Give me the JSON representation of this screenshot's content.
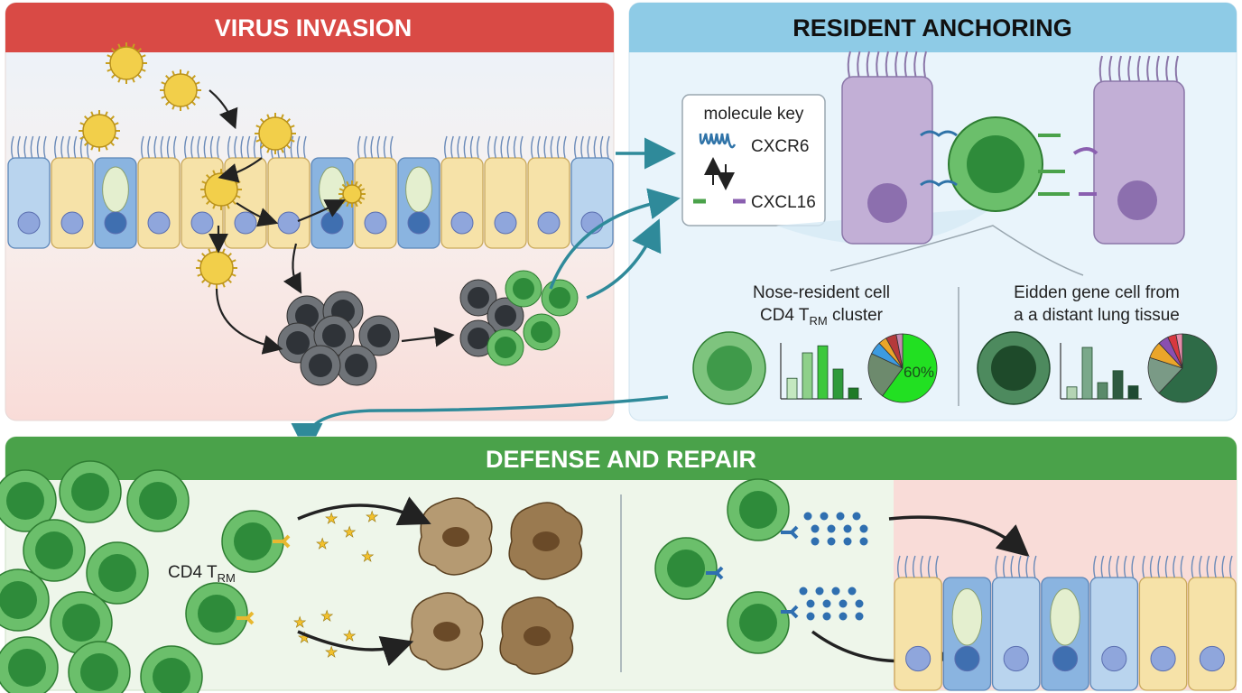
{
  "panels": {
    "virus_invasion": {
      "title": "VIRUS INVASION",
      "header_color": "#d94a45"
    },
    "resident_anchoring": {
      "title": "RESIDENT ANCHORING",
      "header_color": "#8ecbe6",
      "molecule_key": {
        "title": "molecule key",
        "receptor": "CXCR6",
        "ligand": "CXCL16"
      },
      "left_group": {
        "line1": "Nose-resident cell",
        "line2_main": "CD4 T",
        "line2_sub": "RM",
        "line2_tail": " cluster",
        "pie_label": "60%",
        "bars": [
          0.38,
          0.85,
          0.98,
          0.55,
          0.2
        ],
        "pie": [
          {
            "share": 60,
            "color": "#22e022"
          },
          {
            "share": 22,
            "color": "#6d8a6d"
          },
          {
            "share": 6,
            "color": "#3d9be0"
          },
          {
            "share": 4,
            "color": "#eaa52a"
          },
          {
            "share": 5,
            "color": "#b53a3a"
          },
          {
            "share": 3,
            "color": "#c48ab0"
          }
        ]
      },
      "right_group": {
        "line1": "Eidden gene cell from",
        "line2": "a a distant lung tissue",
        "bars": [
          0.22,
          0.95,
          0.3,
          0.52,
          0.24
        ],
        "pie": [
          {
            "share": 62,
            "color": "#2e6b47"
          },
          {
            "share": 18,
            "color": "#7a9a86"
          },
          {
            "share": 8,
            "color": "#eaa52a"
          },
          {
            "share": 5,
            "color": "#8a4fb0"
          },
          {
            "share": 4,
            "color": "#d8383f"
          },
          {
            "share": 3,
            "color": "#e58aa8"
          }
        ]
      }
    },
    "defense_repair": {
      "title": "DEFENSE AND REPAIR",
      "header_color": "#4aa24a",
      "cell_label_main": "CD4 T",
      "cell_label_sub": "RM"
    }
  }
}
